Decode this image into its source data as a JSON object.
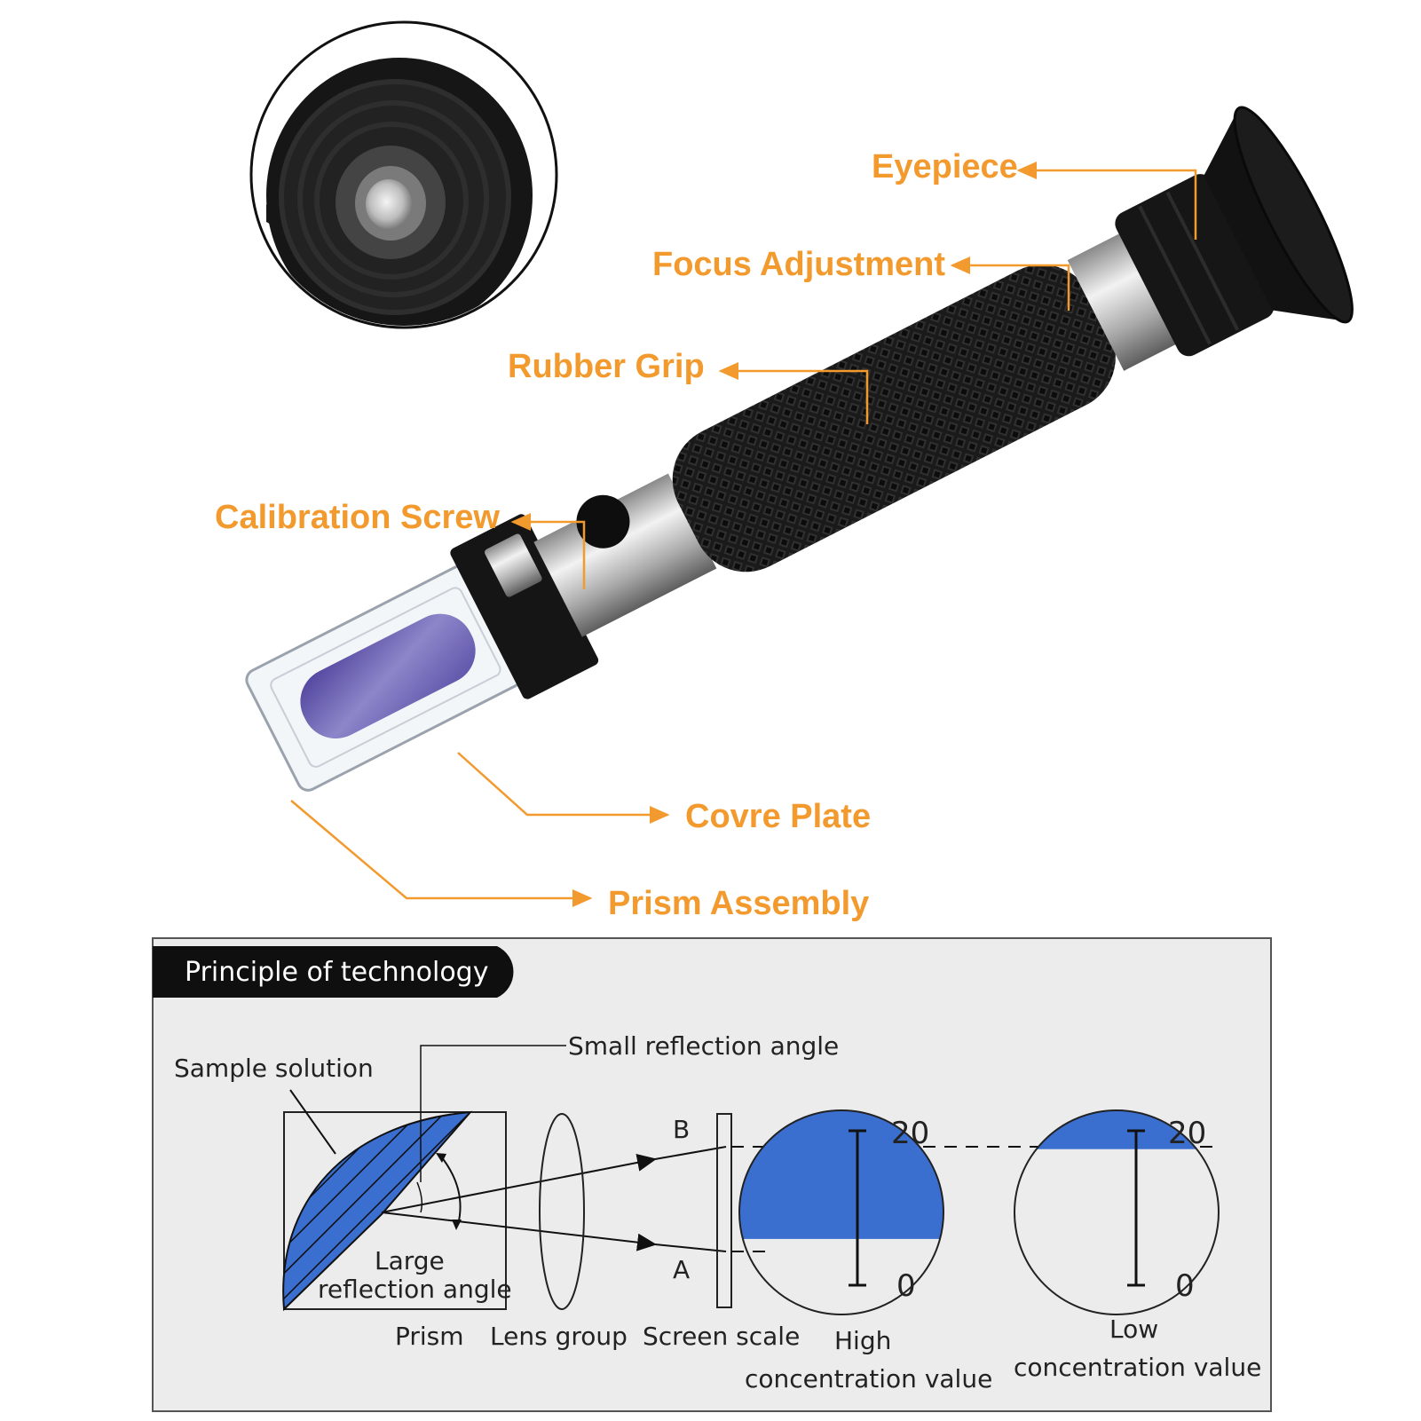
{
  "colors": {
    "accent": "#f39a2e",
    "solution_blue": "#3a6fd0",
    "panel_bg": "#ececec",
    "tube_black": "#141414",
    "chrome": "#c9c9c9",
    "prism_purple": "#6b5fb8"
  },
  "callouts": {
    "eyepiece": "Eyepiece",
    "focus": "Focus Adjustment",
    "grip": "Rubber Grip",
    "calibration": "Calibration Screw",
    "cover": "Covre Plate",
    "prism": "Prism Assembly"
  },
  "principle": {
    "header": "Principle of technology",
    "sample_solution": "Sample solution",
    "small_angle": "Small reflection angle",
    "large_angle_1": "Large",
    "large_angle_2": "reflection angle",
    "point_b": "B",
    "point_a": "A",
    "prism_label": "Prism",
    "lens_label": "Lens group",
    "screen_label": "Screen scale",
    "high_label_1": "High",
    "high_label_2": "concentration value",
    "low_label_1": "Low",
    "low_label_2": "concentration value",
    "scale_top": "20",
    "scale_bottom": "0",
    "high_fill_level": 0.63,
    "low_fill_level": 0.19
  }
}
